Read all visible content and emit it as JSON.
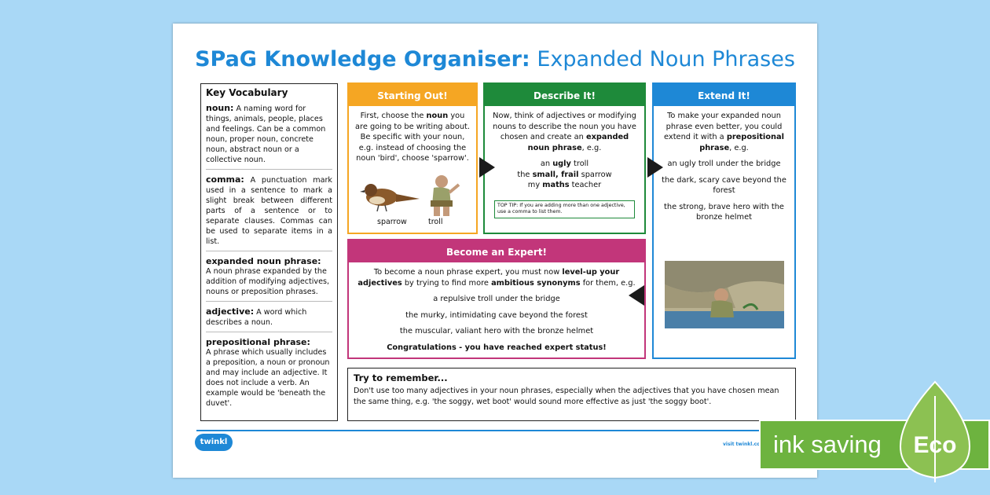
{
  "title": {
    "bold": "SPaG Knowledge Organiser:",
    "normal": "Expanded Noun Phrases"
  },
  "vocab": {
    "heading": "Key Vocabulary",
    "entries": [
      {
        "term": "noun:",
        "def": "A naming word for things, animals, people, places and feelings. Can be a common noun, proper noun, concrete noun, abstract noun or a collective noun."
      },
      {
        "term": "comma:",
        "def": "A punctuation mark used in a sentence to mark a slight break between different parts of a sentence or to separate clauses. Commas can be used to separate items in a list."
      },
      {
        "term": "expanded noun phrase:",
        "def": "A noun phrase expanded by the addition of modifying adjectives, nouns or preposition phrases."
      },
      {
        "term": "adjective:",
        "def": "A word which describes a noun."
      },
      {
        "term": "prepositional phrase:",
        "def": "A phrase which usually includes a preposition, a noun or pronoun and may include an adjective. It does not include a verb. An example would be 'beneath the duvet'."
      }
    ]
  },
  "start": {
    "header": "Starting Out!",
    "t1": "First, choose the ",
    "b1": "noun",
    "t2": " you are going to be writing about. Be specific with your noun, e.g. instead of choosing the noun 'bird', choose 'sparrow'.",
    "label1": "sparrow",
    "label2": "troll"
  },
  "describe": {
    "header": "Describe It!",
    "t1": "Now, think of adjectives or modifying nouns to describe the noun you have chosen and create an ",
    "b1": "expanded noun phrase",
    "t2": ", e.g.",
    "ex1a": "an ",
    "ex1b": "ugly",
    "ex1c": " troll",
    "ex2a": "the ",
    "ex2b": "small, frail",
    "ex2c": " sparrow",
    "ex3a": "my ",
    "ex3b": "maths",
    "ex3c": " teacher",
    "tip": "TOP TIP: If you are adding more than one adjective, use a comma to list them."
  },
  "extend": {
    "header": "Extend It!",
    "t1": "To make your expanded noun phrase even better, you could extend it with a ",
    "b1": "prepositional phrase",
    "t2": ", e.g.",
    "ex1": "an ugly troll under the bridge",
    "ex2": "the dark, scary cave beyond the forest",
    "ex3": "the strong, brave hero with the bronze helmet"
  },
  "expert": {
    "header": "Become an Expert!",
    "t1": "To become a noun phrase expert, you must now ",
    "b1": "level-up your adjectives",
    "t2": " by trying to find more ",
    "b2": "ambitious synonyms",
    "t3": " for them, e.g.",
    "ex1": "a repulsive troll under the bridge",
    "ex2": "the murky, intimidating cave beyond the forest",
    "ex3": "the muscular, valiant hero with the bronze helmet",
    "final": "Congratulations - you have reached expert status!"
  },
  "remember": {
    "heading": "Try to remember...",
    "text": "Don't use too many adjectives in your noun phrases, especially when the adjectives that you have chosen mean the same thing, e.g. 'the soggy, wet boot' would sound more effective as just 'the soggy boot'."
  },
  "footer": {
    "logo": "twinkl",
    "visit": "visit twinkl.co"
  },
  "banner": {
    "text": "ink saving",
    "eco": "Eco"
  },
  "colors": {
    "orange": "#f5a623",
    "green": "#1e8a3a",
    "blue": "#1e88d6",
    "pink": "#c2367a",
    "eco_green": "#6db33f",
    "background": "#a9d8f6"
  }
}
